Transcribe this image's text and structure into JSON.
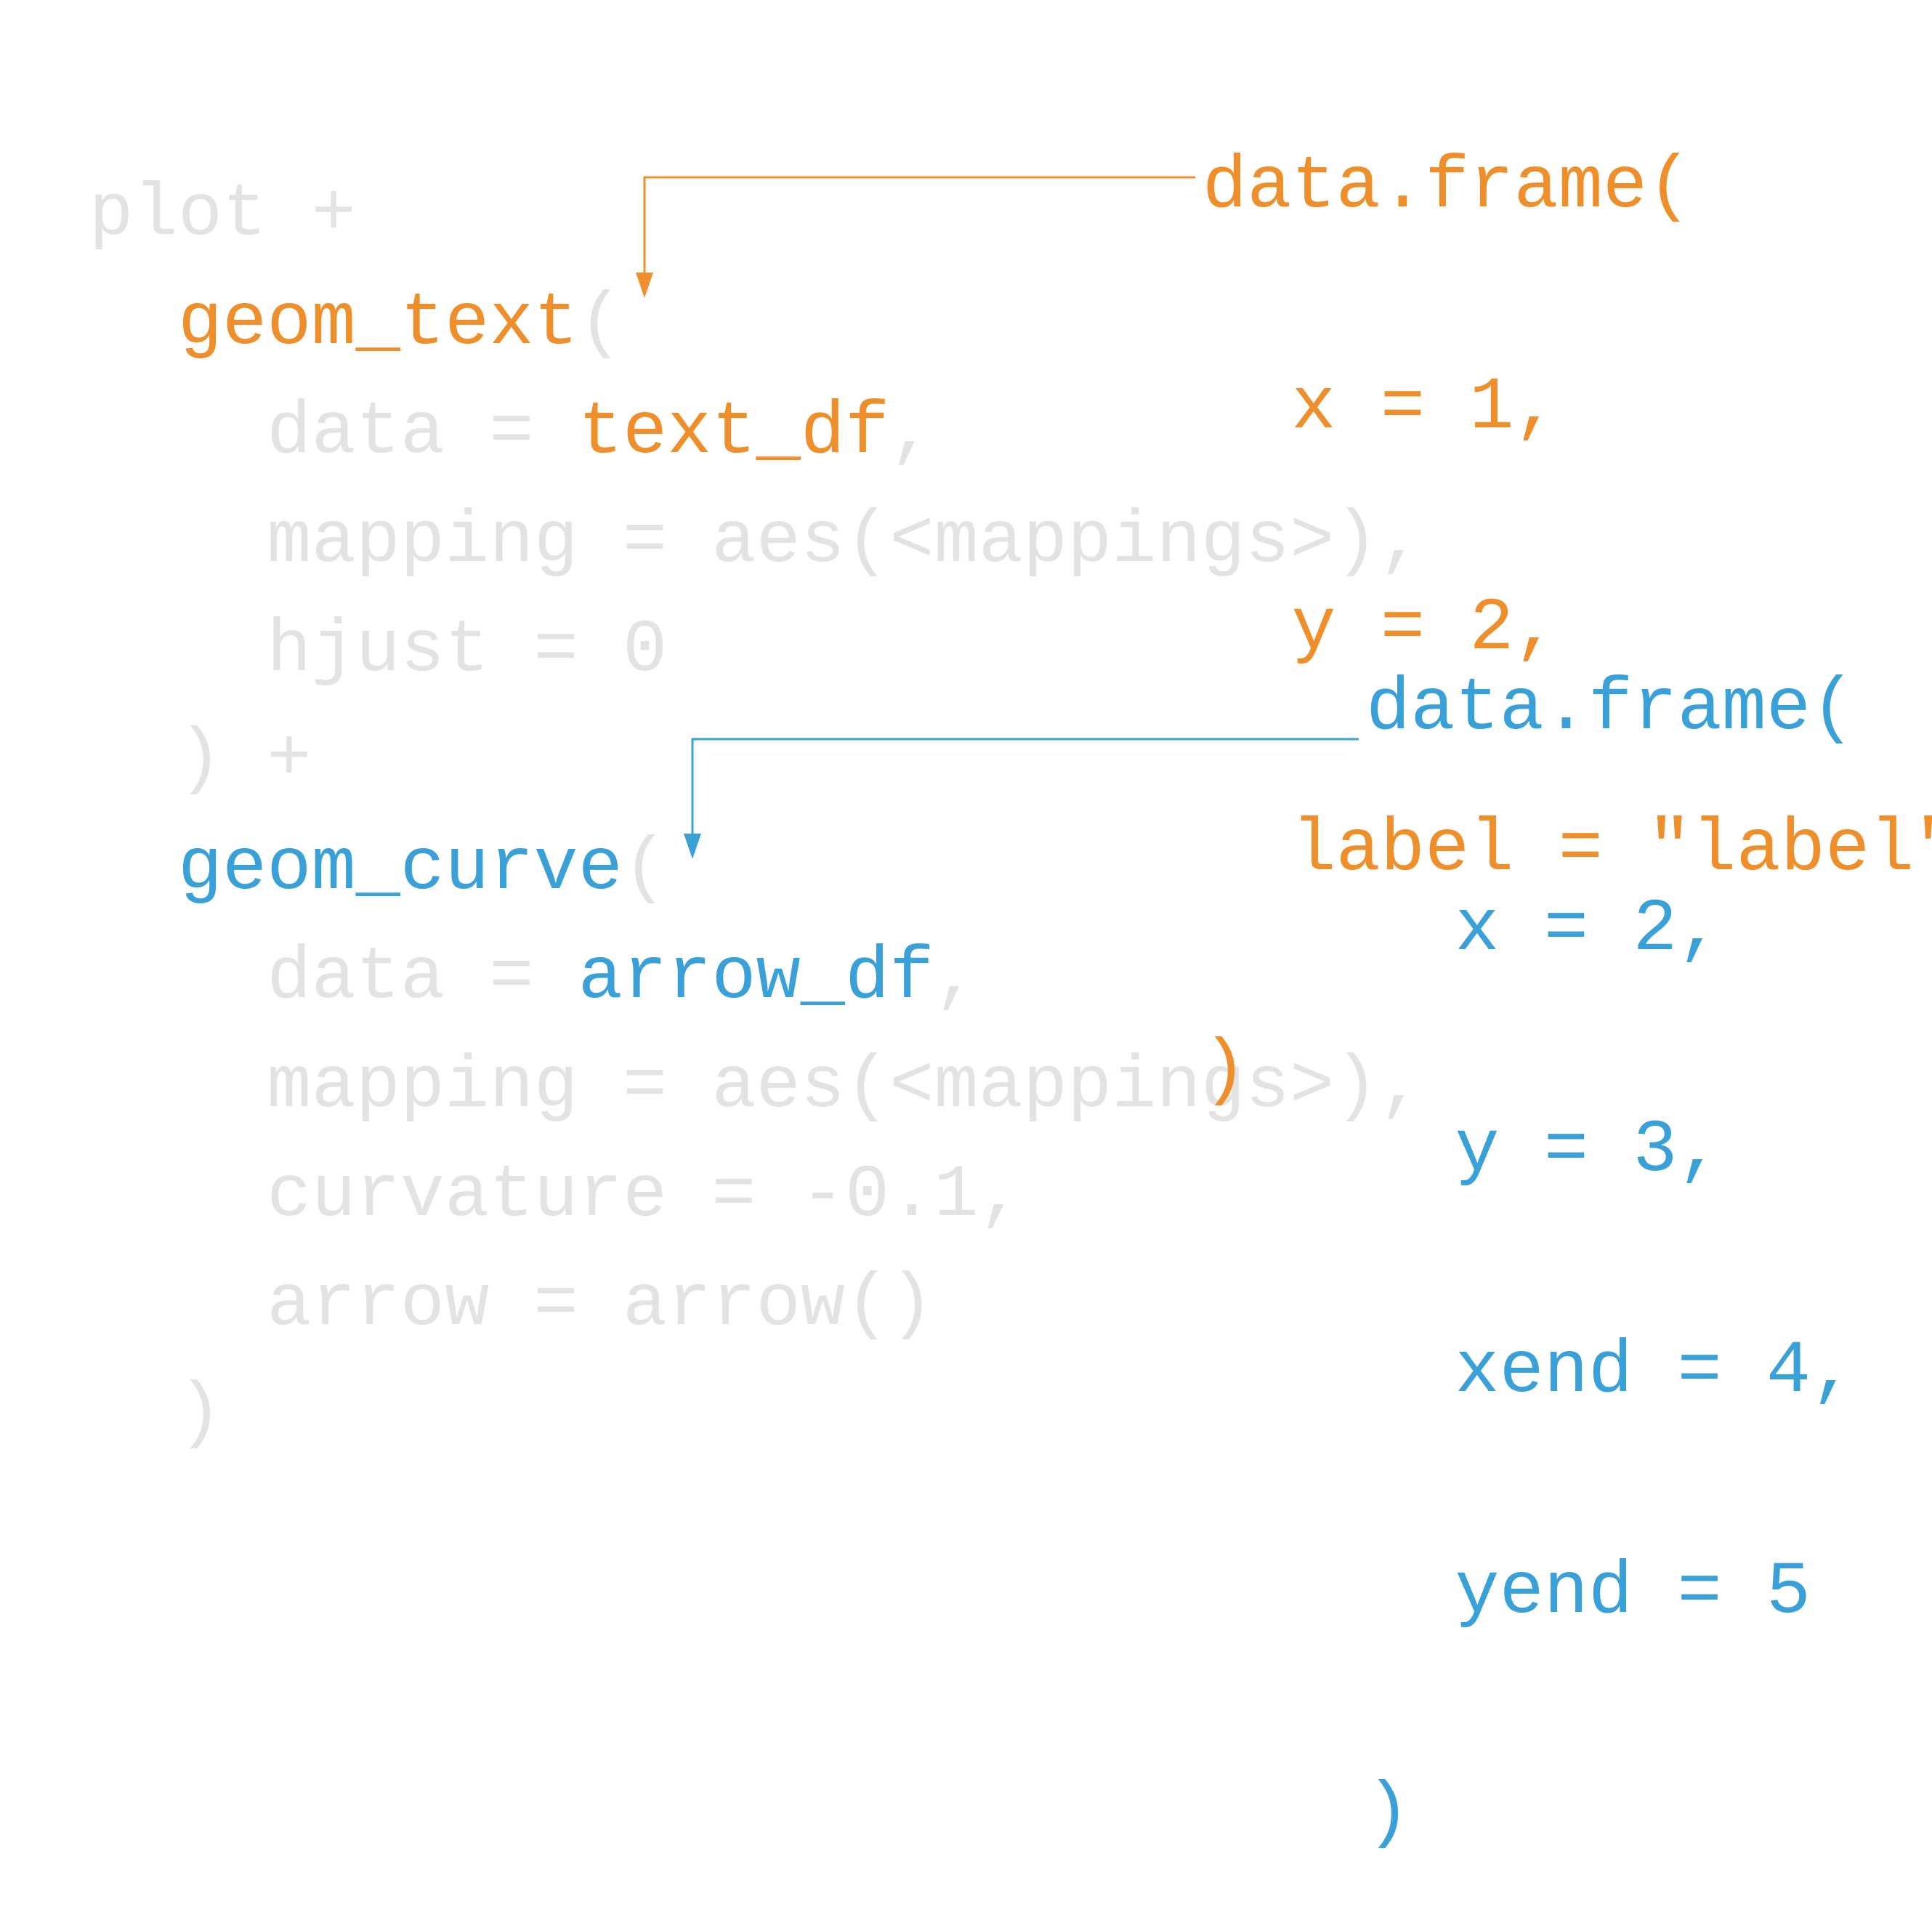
{
  "code": {
    "plot_line": "plot +",
    "geom_text": {
      "fn": "geom_text",
      "open": "(",
      "data_prefix": "data = ",
      "data_value": "text_df",
      "data_suffix": ",",
      "mapping": "mapping = aes(<mappings>),",
      "hjust": "hjust = 0",
      "close": ") +"
    },
    "geom_curve": {
      "fn": "geom_curve",
      "open": "(",
      "data_prefix": "data = ",
      "data_value": "arrow_df",
      "data_suffix": ",",
      "mapping": "mapping = aes(<mappings>),",
      "curvature": "curvature = -0.1,",
      "arrow": "arrow = arrow()",
      "close": ")"
    }
  },
  "text_df_block": {
    "lines": [
      "data.frame(",
      "  x = 1,",
      "  y = 2,",
      "  label = \"label\"",
      ")"
    ]
  },
  "arrow_df_block": {
    "lines": [
      "data.frame(",
      "  x = 2,",
      "  y = 3,",
      "  xend = 4,",
      "  yend = 5",
      ")"
    ]
  },
  "colors": {
    "orange": "#ee8f2b",
    "blue": "#3aa0d8",
    "faded": "#e3e3e3"
  }
}
